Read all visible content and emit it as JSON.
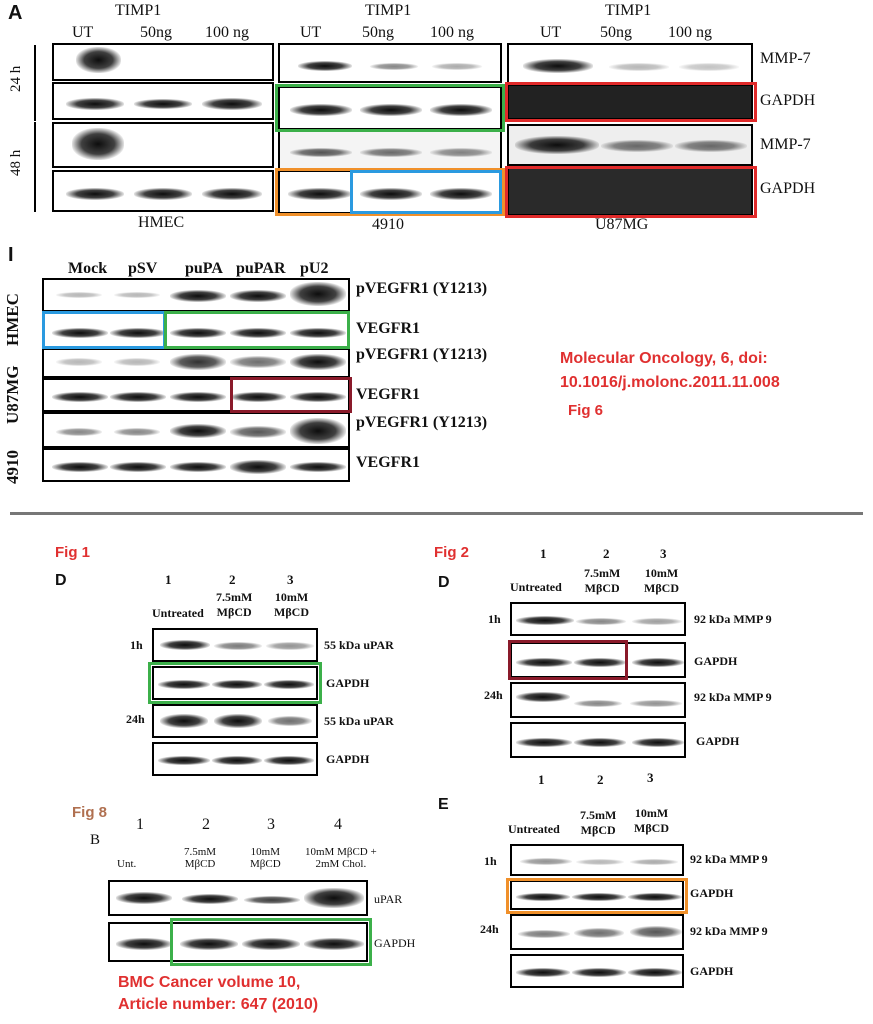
{
  "panelA": {
    "letter": "A",
    "timp": "TIMP1",
    "lanes": [
      "UT",
      "50ng",
      "100 ng"
    ],
    "times": [
      "24 h",
      "48 h"
    ],
    "cells": [
      "HMEC",
      "4910",
      "U87MG"
    ],
    "rows": [
      "MMP-7",
      "GAPDH",
      "MMP-7",
      "GAPDH"
    ]
  },
  "panelI": {
    "letter": "I",
    "lanes": [
      "Mock",
      "pSV",
      "puPA",
      "puPAR",
      "pU2"
    ],
    "cells": [
      "HMEC",
      "U87MG",
      "4910"
    ],
    "rows": [
      "pVEGFR1 (Y1213)",
      "VEGFR1",
      "pVEGFR1 (Y1213)",
      "VEGFR1",
      "pVEGFR1 (Y1213)",
      "VEGFR1"
    ]
  },
  "citation1": {
    "line1": "Molecular Oncology, 6, doi:",
    "line2": "10.1016/j.molonc.2011.11.008",
    "fig": "Fig 6"
  },
  "fig1": {
    "tag": "Fig 1",
    "letter": "D",
    "nums": [
      "1",
      "2",
      "3"
    ],
    "lanes": [
      "Untreated",
      "7.5mM\nMβCD",
      "10mM\nMβCD"
    ],
    "times": [
      "1h",
      "24h"
    ],
    "rows": [
      "55 kDa uPAR",
      "GAPDH",
      "55 kDa uPAR",
      "GAPDH"
    ]
  },
  "fig2": {
    "tag": "Fig 2",
    "letterD": "D",
    "letterE": "E",
    "nums": [
      "1",
      "2",
      "3"
    ],
    "lanes": [
      "Untreated",
      "7.5mM\nMβCD",
      "10mM\nMβCD"
    ],
    "times": [
      "1h",
      "24h"
    ],
    "rows": [
      "92 kDa MMP 9",
      "GAPDH",
      "92 kDa MMP 9",
      "GAPDH"
    ]
  },
  "fig8": {
    "tag": "Fig 8",
    "letter": "B",
    "nums": [
      "1",
      "2",
      "3",
      "4"
    ],
    "lanes": [
      "Unt.",
      "7.5mM\nMβCD",
      "10mM\nMβCD",
      "10mM MβCD +\n2mM Chol."
    ],
    "rows": [
      "uPAR",
      "GAPDH"
    ]
  },
  "citation2": {
    "line1": "BMC Cancer volume 10,",
    "line2": "Article number: 647 (2010)"
  },
  "colors": {
    "green": "#3cb04a",
    "red": "#e02a2a",
    "orange": "#f0902a",
    "blue": "#2a9ae0",
    "maroon": "#8a1a2a",
    "citation": "#e03030",
    "fig8": "#b07050"
  }
}
